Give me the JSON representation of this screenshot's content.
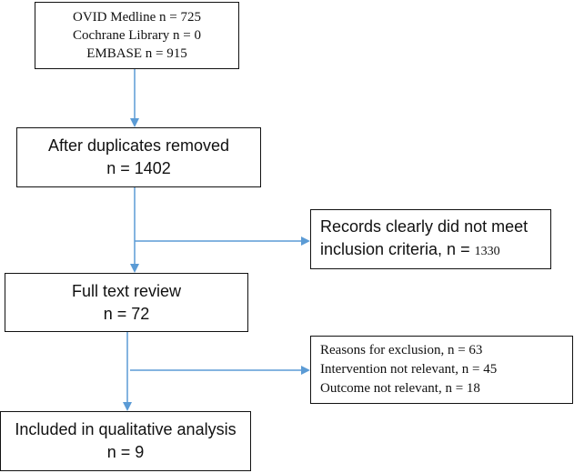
{
  "colors": {
    "arrow": "#5b9bd5",
    "border": "#111111"
  },
  "box1": {
    "line1": "OVID Medline n = 725",
    "line2": "Cochrane Library n = 0",
    "line3": "EMBASE n = 915"
  },
  "box2": {
    "line1": "After duplicates removed",
    "line2": "n = 1402"
  },
  "excl1": {
    "line1": "Records clearly did not meet",
    "line2_text": "inclusion criteria, n = ",
    "line2_num": "1330"
  },
  "box3": {
    "line1": "Full text review",
    "line2": "n = 72"
  },
  "excl2": {
    "line1": "Reasons for exclusion, n = 63",
    "line2": "Intervention not relevant, n = 45",
    "line3": "Outcome not relevant, n = 18"
  },
  "box4": {
    "line1": "Included in qualitative analysis",
    "line2": "n = 9"
  }
}
